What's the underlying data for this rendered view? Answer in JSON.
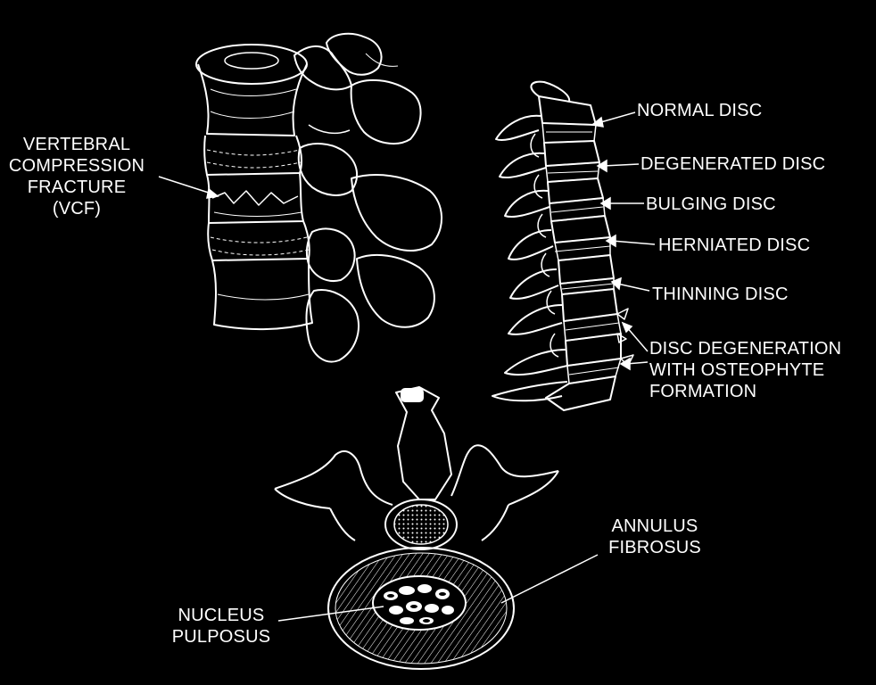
{
  "colors": {
    "background": "#000000",
    "line": "#ffffff"
  },
  "vcf_label": [
    "VERTEBRAL",
    "COMPRESSION",
    "FRACTURE",
    "(VCF)"
  ],
  "spine_labels": {
    "normal": "NORMAL DISC",
    "degenerated": "DEGENERATED DISC",
    "bulging": "BULGING DISC",
    "herniated": "HERNIATED DISC",
    "thinning": "THINNING DISC",
    "osteophyte": [
      "DISC DEGENERATION",
      "WITH OSTEOPHYTE",
      "FORMATION"
    ]
  },
  "disc_labels": {
    "annulus": [
      "ANNULUS",
      "FIBROSUS"
    ],
    "nucleus": [
      "NUCLEUS",
      "PULPOSUS"
    ]
  }
}
